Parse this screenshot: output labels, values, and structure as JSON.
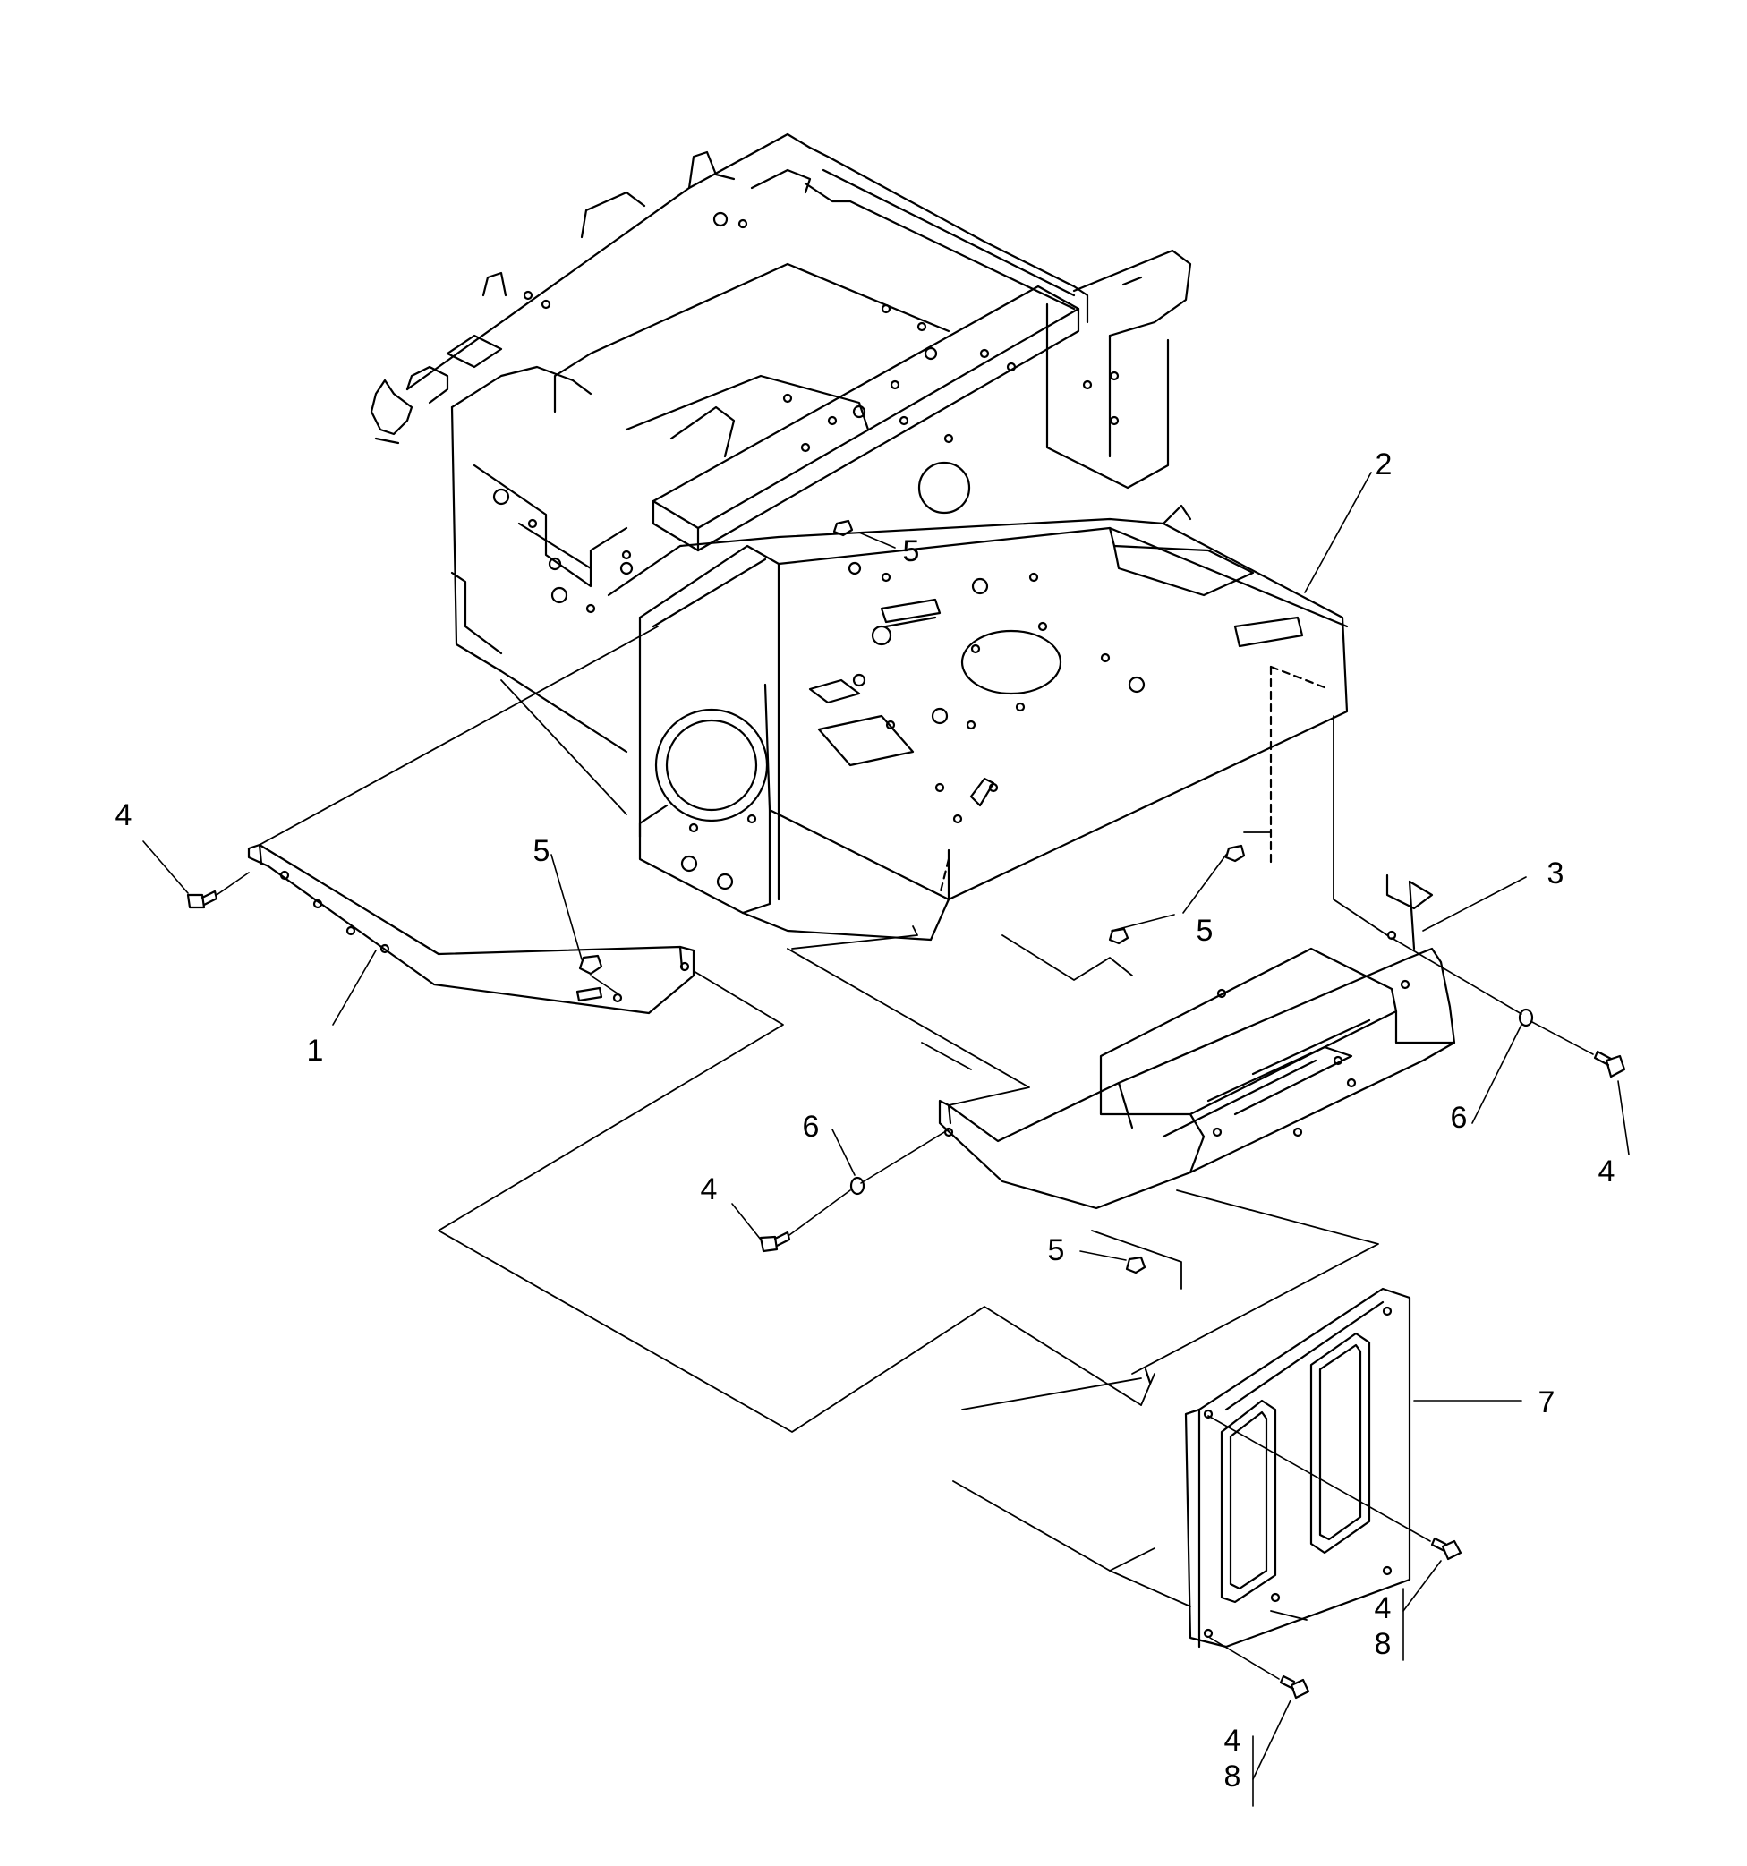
{
  "diagram": {
    "line_color": "#000000",
    "background": "#ffffff",
    "callouts": [
      {
        "id": "c1",
        "label": "1"
      },
      {
        "id": "c2",
        "label": "2"
      },
      {
        "id": "c3",
        "label": "3"
      },
      {
        "id": "c4a",
        "label": "4"
      },
      {
        "id": "c4b",
        "label": "4"
      },
      {
        "id": "c4c",
        "label": "4"
      },
      {
        "id": "c4d",
        "label": "4"
      },
      {
        "id": "c4e",
        "label": "4"
      },
      {
        "id": "c5a",
        "label": "5"
      },
      {
        "id": "c5b",
        "label": "5"
      },
      {
        "id": "c5c",
        "label": "5"
      },
      {
        "id": "c5d",
        "label": "5"
      },
      {
        "id": "c6a",
        "label": "6"
      },
      {
        "id": "c6b",
        "label": "6"
      },
      {
        "id": "c7",
        "label": "7"
      },
      {
        "id": "c8a",
        "label": "8"
      },
      {
        "id": "c8b",
        "label": "8"
      }
    ]
  }
}
